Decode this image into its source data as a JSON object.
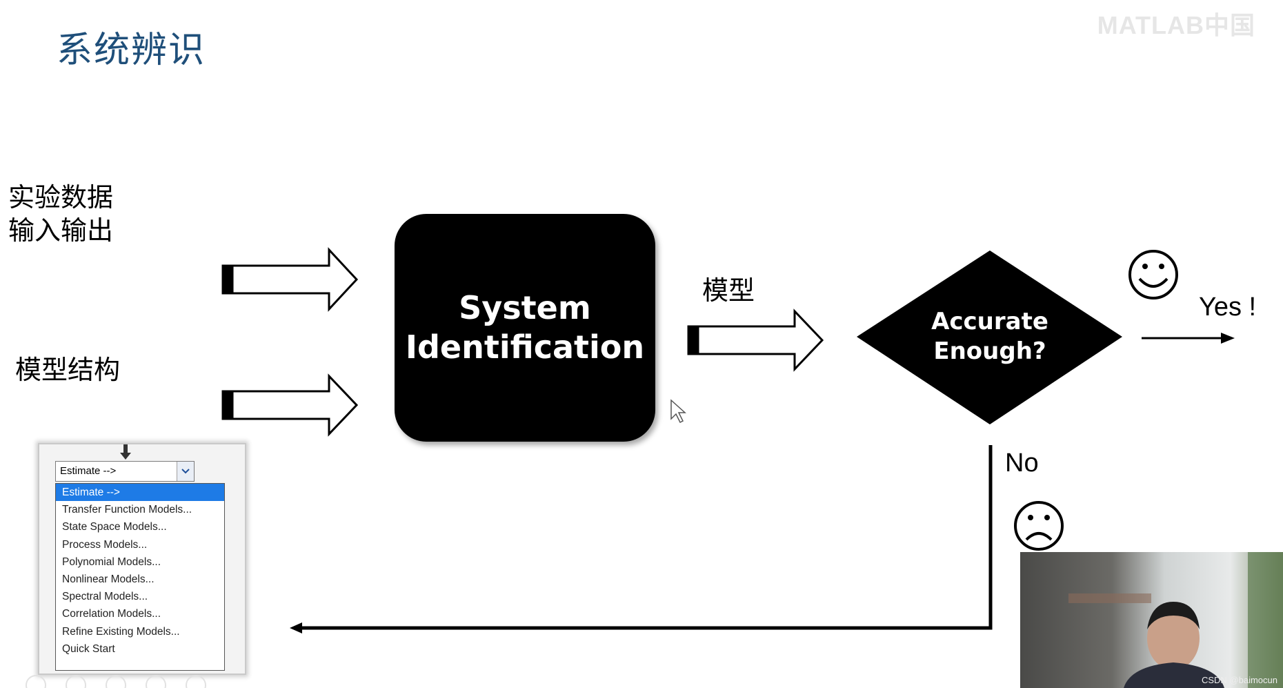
{
  "title": "系统辨识",
  "watermark": "MATLAB中国",
  "inputs": {
    "data_line1": "实验数据",
    "data_line2": "输入输出",
    "structure": "模型结构"
  },
  "system_box": "System\nIdentification",
  "model_label": "模型",
  "decision": "Accurate\nEnough?",
  "yes_label": "Yes !",
  "no_label": "No",
  "dropdown": {
    "selected": "Estimate -->",
    "options": [
      "Estimate -->",
      "Transfer Function Models...",
      "State Space Models...",
      "Process Models...",
      "Polynomial Models...",
      "Nonlinear Models...",
      "Spectral Models...",
      "Correlation Models...",
      "Refine Existing Models...",
      "Quick Start"
    ],
    "highlight_color": "#1e7be6"
  },
  "credit": "CSDN @baimocun",
  "colors": {
    "title": "#1f4f7a",
    "box": "#000000"
  }
}
